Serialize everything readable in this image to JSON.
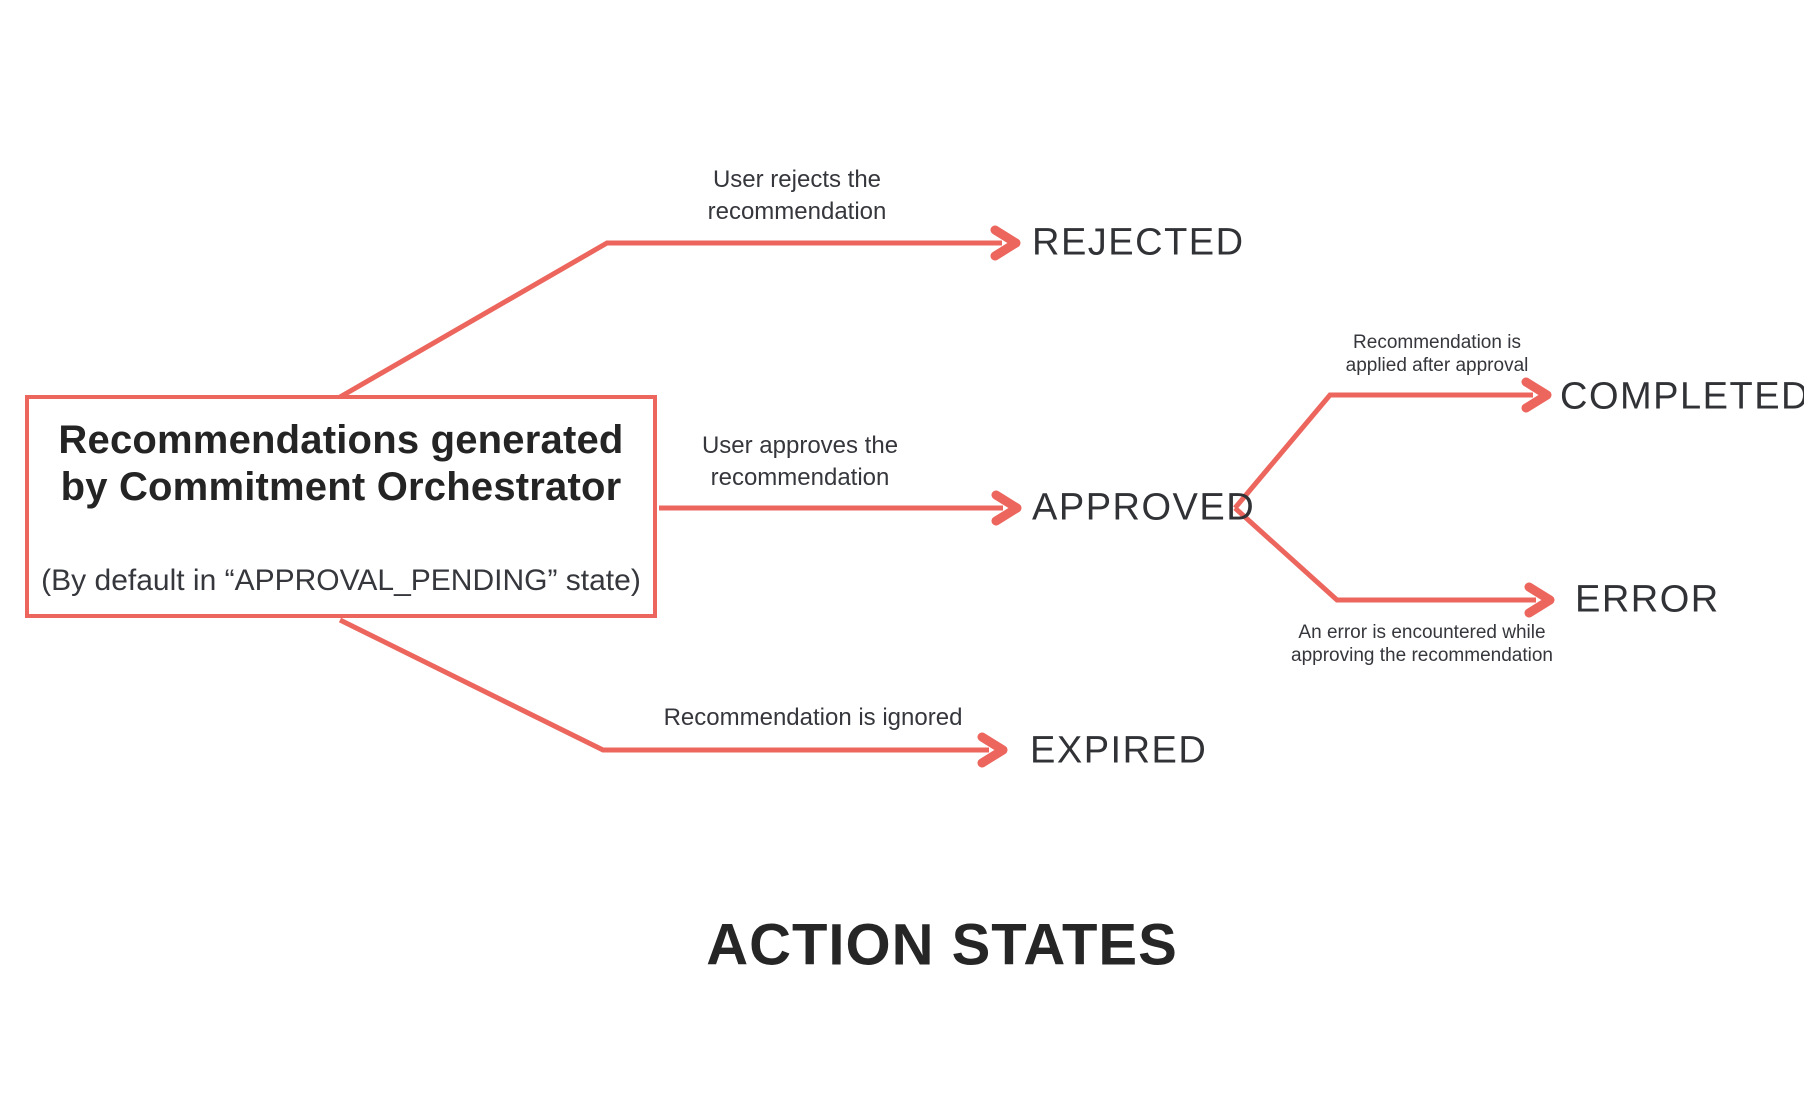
{
  "title": "ACTION STATES",
  "colors": {
    "accent": "#ec665e",
    "heading_ink": "#242424",
    "label_ink": "#303236"
  },
  "source_box": {
    "heading_line1": "Recommendations generated",
    "heading_line2": "by Commitment Orchestrator",
    "subtitle": "(By default in “APPROVAL_PENDING” state)"
  },
  "states": {
    "rejected": "REJECTED",
    "approved": "APPROVED",
    "completed": "COMPLETED",
    "error": "ERROR",
    "expired": "EXPIRED"
  },
  "edges": {
    "reject": {
      "line1": "User rejects the",
      "line2": "recommendation"
    },
    "approve": {
      "line1": "User approves the",
      "line2": "recommendation"
    },
    "expire": {
      "line1": "Recommendation is ignored"
    },
    "complete": {
      "line1": "Recommendation is",
      "line2": "applied after approval"
    },
    "error": {
      "line1": "An error is encountered while",
      "line2": "approving the recommendation"
    }
  }
}
